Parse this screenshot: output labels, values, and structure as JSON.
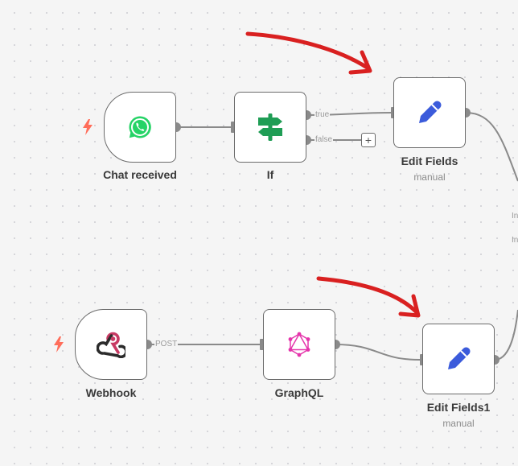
{
  "nodes": {
    "chat_received": {
      "label": "Chat received"
    },
    "if": {
      "label": "If"
    },
    "edit_fields": {
      "label": "Edit Fields",
      "subtitle": "manual"
    },
    "webhook": {
      "label": "Webhook"
    },
    "graphql": {
      "label": "GraphQL"
    },
    "edit_fields1": {
      "label": "Edit Fields1",
      "subtitle": "manual"
    }
  },
  "edges": {
    "if_true": "true",
    "if_false": "false",
    "webhook_post": "POST"
  },
  "add_button": "+",
  "offscreen_labels": [
    "In",
    "In"
  ],
  "icons": {
    "chat_received": "whatsapp-icon",
    "if": "signpost-icon",
    "edit_fields": "pencil-icon",
    "webhook": "webhook-icon",
    "graphql": "graphql-icon",
    "trigger": "lightning-bolt-icon"
  },
  "colors": {
    "whatsapp": "#25D366",
    "if_icon": "#1f9d55",
    "pencil": "#3b5bdb",
    "graphql": "#e535ab",
    "webhook_red": "#c73a63",
    "webhook_dark": "#2b2b2b",
    "trigger": "#ff6d5a",
    "annotation": "#d92020"
  }
}
